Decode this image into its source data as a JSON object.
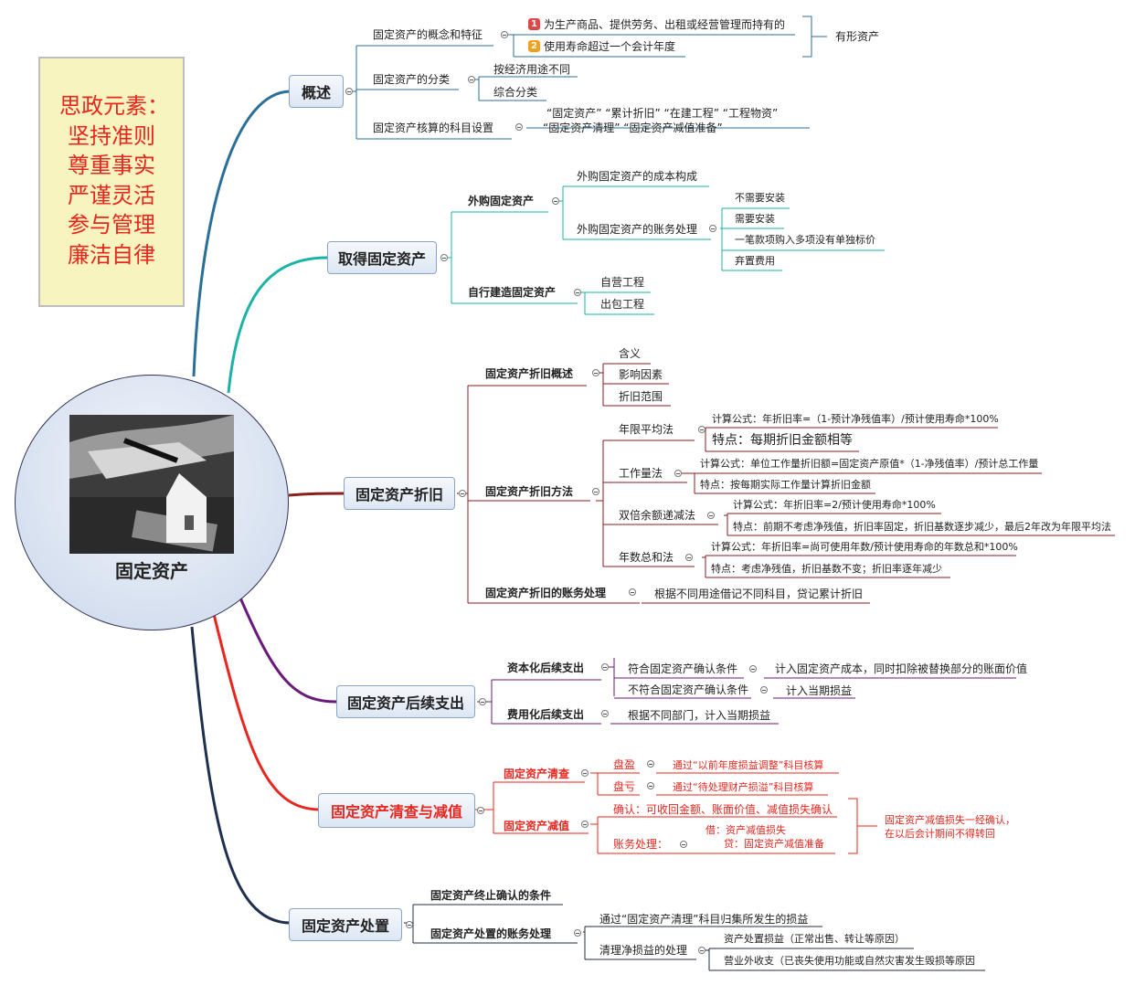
{
  "sidebar_box": {
    "lines": [
      "思政元素：",
      "坚持准则",
      "尊重事实",
      "严谨灵活",
      "参与管理",
      "廉洁自律"
    ]
  },
  "central": {
    "title": "固定资产",
    "image": "hand-with-pen-and-house-photo"
  },
  "overview": {
    "title": "概述",
    "concept": "固定资产的概念和特征",
    "badge1": "1",
    "feature1": "为生产商品、提供劳务、出租或经营管理而持有的",
    "badge2": "2",
    "feature2": "使用寿命超过一个会计年度",
    "tangible": "有形资产",
    "classification": "固定资产的分类",
    "class1": "按经济用途不同",
    "class2": "综合分类",
    "accounts": "固定资产核算的科目设置",
    "accounts_line1": "“固定资产”  “累计折旧”  “在建工程”  “工程物资”",
    "accounts_line2": "“固定资产清理”  “固定资产减值准备”"
  },
  "acquire": {
    "title": "取得固定资产",
    "purchase": "外购固定资产",
    "cost": "外购固定资产的成本构成",
    "treatment": "外购固定资产的账务处理",
    "t1": "不需要安装",
    "t2": "需要安装",
    "t3": "一笔款项购入多项没有单独标价",
    "t4": "弃置费用",
    "self": "自行建造固定资产",
    "s1": "自营工程",
    "s2": "出包工程"
  },
  "depreciation": {
    "title": "固定资产折旧",
    "overview": "固定资产折旧概述",
    "o1": "含义",
    "o2": "影响因素",
    "o3": "折旧范围",
    "methods": "固定资产折旧方法",
    "m1": "年限平均法",
    "m1_formula": "计算公式：年折旧率=（1-预计净残值率）/预计使用寿命*100%",
    "m1_feature": "特点：每期折旧金额相等",
    "m2": "工作量法",
    "m2_formula": "计算公式：单位工作量折旧额=固定资产原值*（1-净残值率）/预计总工作量",
    "m2_feature": "特点：按每期实际工作量计算折旧金额",
    "m3": "双倍余额递减法",
    "m3_formula": "计算公式：年折旧率=2/预计使用寿命*100%",
    "m3_feature": "特点：前期不考虑净残值，折旧率固定，折旧基数逐步减少，最后2年改为年限平均法",
    "m4": "年数总和法",
    "m4_formula": "计算公式：年折旧率=尚可使用年数/预计使用寿命的年数总和*100%",
    "m4_feature": "特点：考虑净残值，折旧基数不变；折旧率逐年减少",
    "accounting": "固定资产折旧的账务处理",
    "accounting_detail": "根据不同用途借记不同科目，贷记累计折旧"
  },
  "subsequent": {
    "title": "固定资产后续支出",
    "cap": "资本化后续支出",
    "cap1": "符合固定资产确认条件",
    "cap1_detail": "计入固定资产成本，同时扣除被替换部分的账面价值",
    "cap2": "不符合固定资产确认条件",
    "cap2_detail": "计入当期损益",
    "exp": "费用化后续支出",
    "exp_detail": "根据不同部门，计入当期损益"
  },
  "inventory": {
    "title": "固定资产清查与减值",
    "check": "固定资产清查",
    "surplus": "盘盈",
    "surplus_detail": "通过“以前年度损益调整”科目核算",
    "loss": "盘亏",
    "loss_detail": "通过“待处理财产损溢”科目核算",
    "impair": "固定资产减值",
    "confirm": "确认：可收回金额、账面价值、减值损失确认",
    "acct": "账务处理：",
    "debit": "借：资产减值损失",
    "credit": "贷：固定资产减值准备",
    "note1": "固定资产减值损失一经确认，",
    "note2": "在以后会计期间不得转回"
  },
  "disposal": {
    "title": "固定资产处置",
    "cond": "固定资产终止确认的条件",
    "acct": "固定资产处置的账务处理",
    "a1": "通过“固定资产清理”科目归集所发生的损益",
    "a2": "清理净损益的处理",
    "a2_1": "资产处置损益（正常出售、转让等原因）",
    "a2_2": "营业外收支（已丧失使用功能或自然灾害发生毁损等原因"
  },
  "colors": {
    "overview": "#2a6f97",
    "acquire": "#1ab3a6",
    "depreciation": "#8b1d1d",
    "subsequent": "#6a1a7a",
    "inventory": "#e8261e",
    "disposal": "#1f2f4f",
    "sidebar_text": "#e8261e",
    "sidebar_bg": "#f7f4bf"
  }
}
